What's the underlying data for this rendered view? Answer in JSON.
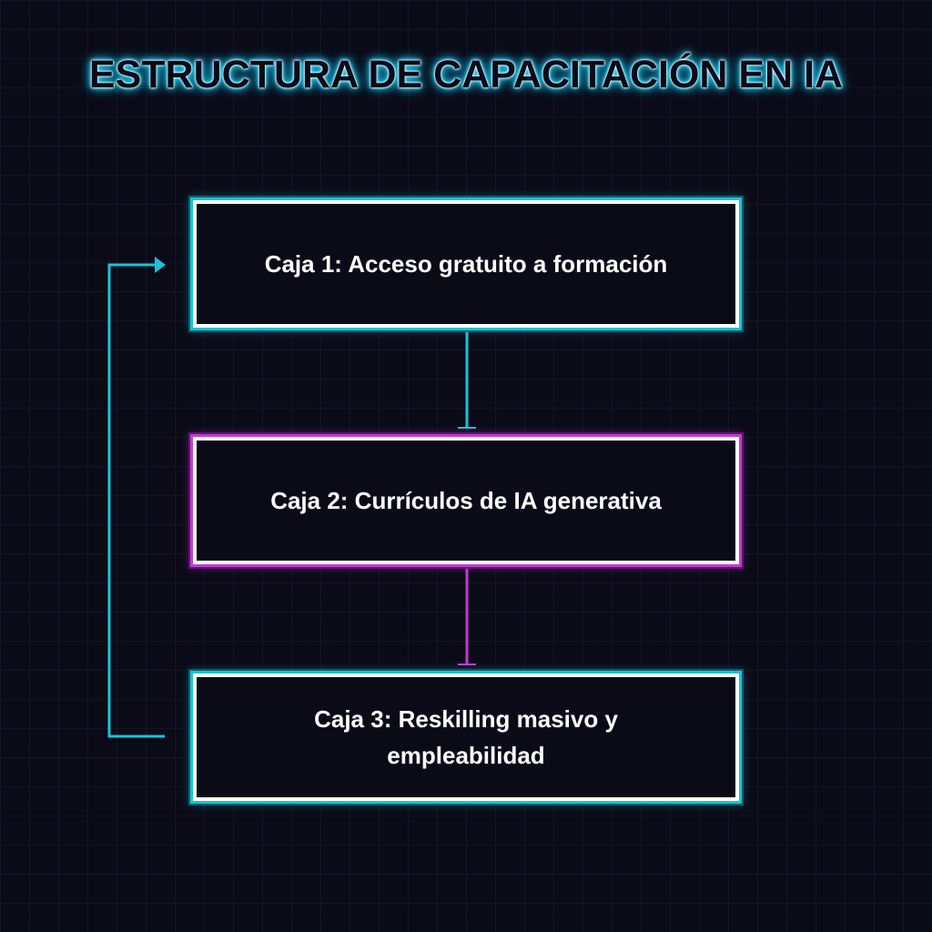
{
  "title": "ESTRUCTURA DE CAPACITACIÓN EN IA",
  "boxes": [
    {
      "label": "Caja 1: Acceso gratuito a formación",
      "accent": "#19c4d6"
    },
    {
      "label": "Caja 2: Currículos de IA generativa",
      "accent": "#c23bd4"
    },
    {
      "label": "Caja 3: Reskilling masivo y empleabilidad",
      "accent": "#19c4d6"
    }
  ],
  "colors": {
    "background": "#0b0b18",
    "cyan": "#19c4d6",
    "magenta": "#c23bd4",
    "text": "#ffffff"
  }
}
